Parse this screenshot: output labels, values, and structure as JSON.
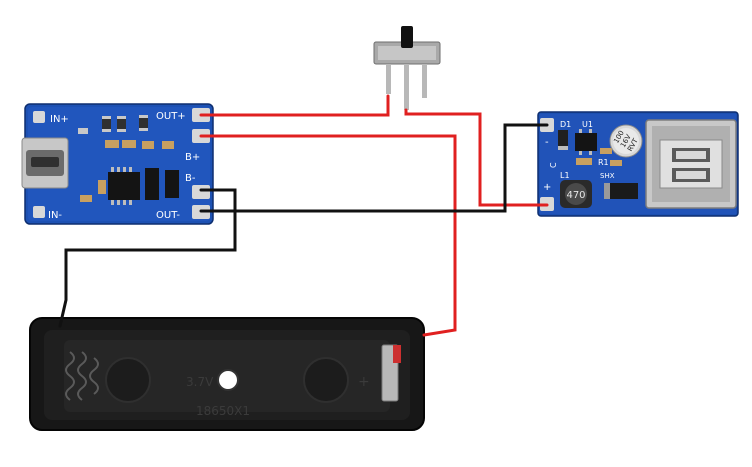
{
  "charger": {
    "pin_in_plus": "IN+",
    "pin_in_minus": "IN-",
    "pin_out_plus": "OUT+",
    "pin_b_plus": "B+",
    "pin_b_minus": "B-",
    "pin_out_minus": "OUT-"
  },
  "booster": {
    "label_d1": "D1",
    "label_u1": "U1",
    "label_l1": "L1",
    "label_r1": "R1",
    "label_c": "C",
    "label_shx": "SHX",
    "inductor_code": "470",
    "cap_line1": "100",
    "cap_line2": "16V",
    "cap_line3": "RVT",
    "pin_minus": "-",
    "pin_plus": "+"
  },
  "battery_holder": {
    "voltage_mark": "3.7V",
    "model_mark": "18650X1",
    "plus_mark": "+"
  },
  "colors": {
    "wire_red": "#e02020",
    "wire_black": "#111111",
    "pcb_blue": "#1b4fae",
    "holder_black": "#161616"
  }
}
